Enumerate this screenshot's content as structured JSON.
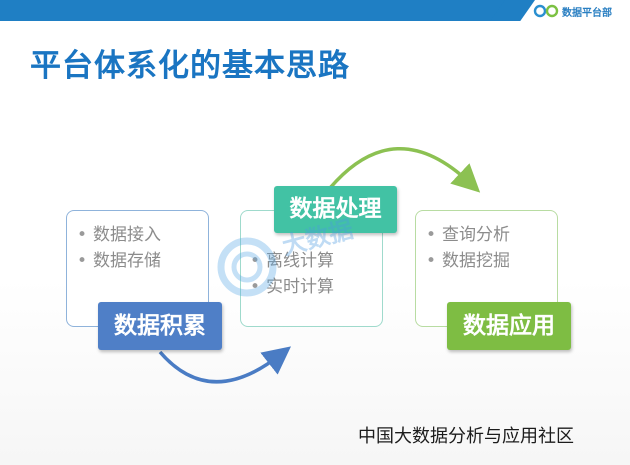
{
  "header": {
    "logo_text": "数据平台部"
  },
  "title": "平台体系化的基本思路",
  "stages": [
    {
      "label": "数据积累",
      "items": [
        "数据接入",
        "数据存储"
      ]
    },
    {
      "label": "数据处理",
      "items": [
        "离线计算",
        "实时计算"
      ]
    },
    {
      "label": "数据应用",
      "items": [
        "查询分析",
        "数据挖掘"
      ]
    }
  ],
  "bullet_glyph": "•",
  "watermark_text": "大数据",
  "footer": "中国大数据分析与应用社区",
  "colors": {
    "accent_blue": "#1f7fc4",
    "stage1": "#4f7fc7",
    "stage2": "#42c2a4",
    "stage3": "#7ebd43"
  }
}
